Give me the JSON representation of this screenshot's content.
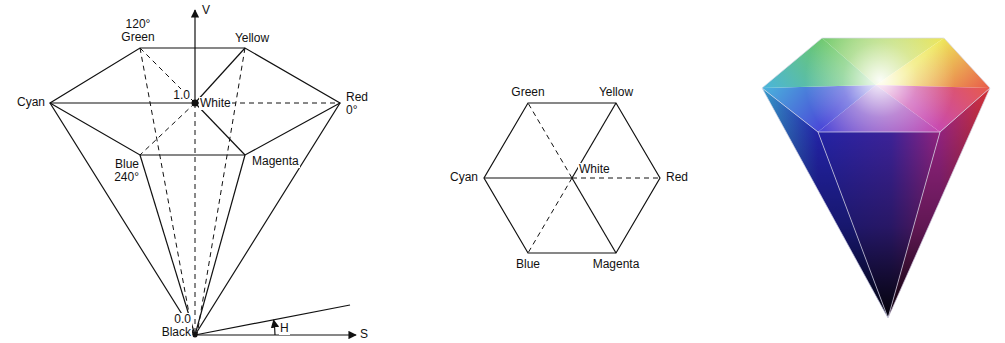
{
  "diagram": {
    "labels": [
      "V",
      "120° Green",
      "Yellow",
      "1.0",
      "White",
      "Red 0°",
      "Cyan",
      "Blue 240°",
      "Magenta",
      "0.0 Black",
      "H",
      "S",
      "Green",
      "Yellow",
      "Cyan",
      "White",
      "Red",
      "Blue",
      "Magenta"
    ]
  }
}
